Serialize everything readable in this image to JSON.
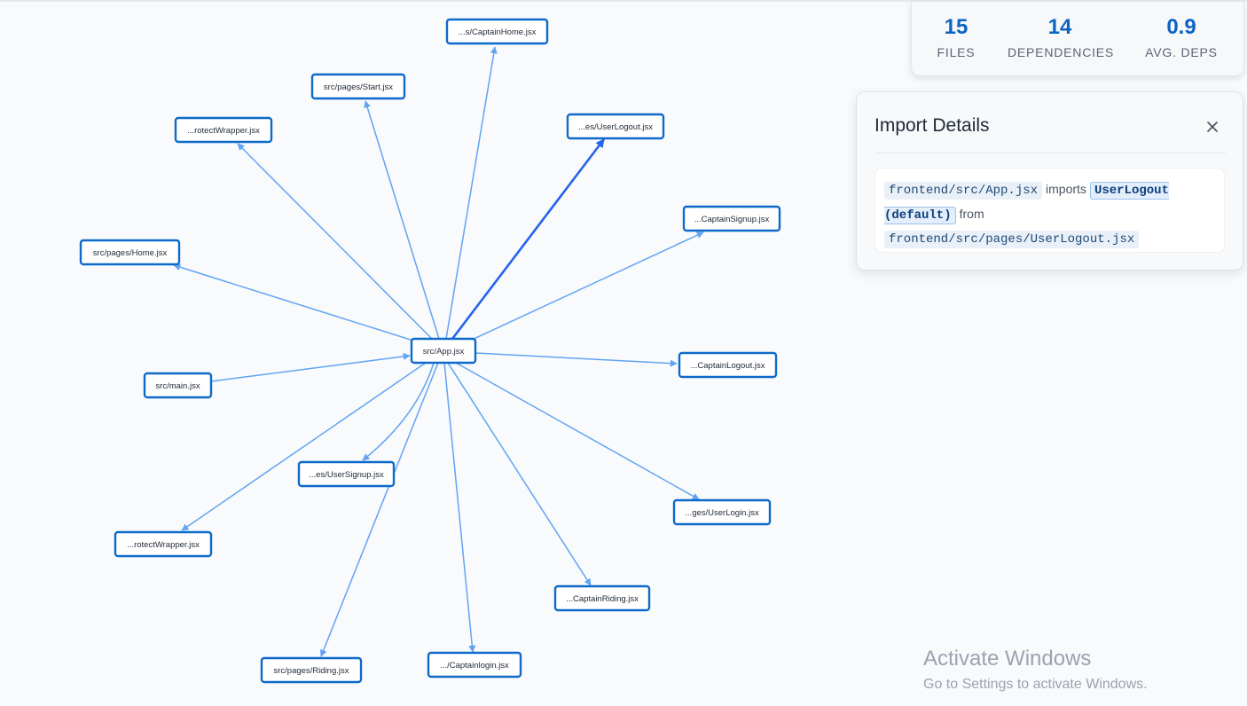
{
  "graph": {
    "center": {
      "id": "app",
      "label": "src/App.jsx"
    },
    "nodes": [
      {
        "id": "app",
        "label": "src/App.jsx"
      },
      {
        "id": "captainhome",
        "label": "...s/CaptainHome.jsx"
      },
      {
        "id": "start",
        "label": "src/pages/Start.jsx"
      },
      {
        "id": "userlogout",
        "label": "...es/UserLogout.jsx"
      },
      {
        "id": "protect1",
        "label": "...rotectWrapper.jsx"
      },
      {
        "id": "captainsignup",
        "label": "...CaptainSignup.jsx"
      },
      {
        "id": "home",
        "label": "src/pages/Home.jsx"
      },
      {
        "id": "main",
        "label": "src/main.jsx"
      },
      {
        "id": "captainlogout",
        "label": "...CaptainLogout.jsx"
      },
      {
        "id": "usersignup",
        "label": "...es/UserSignup.jsx"
      },
      {
        "id": "userlogin",
        "label": "...ges/UserLogin.jsx"
      },
      {
        "id": "protect2",
        "label": "...rotectWrapper.jsx"
      },
      {
        "id": "captainriding",
        "label": "...CaptainRiding.jsx"
      },
      {
        "id": "riding",
        "label": "src/pages/Riding.jsx"
      },
      {
        "id": "captainlogin",
        "label": ".../Captainlogin.jsx"
      }
    ],
    "edges": [
      {
        "from": "app",
        "to": "captainhome"
      },
      {
        "from": "app",
        "to": "start"
      },
      {
        "from": "app",
        "to": "userlogout",
        "active": true
      },
      {
        "from": "app",
        "to": "protect1"
      },
      {
        "from": "app",
        "to": "captainsignup"
      },
      {
        "from": "app",
        "to": "home"
      },
      {
        "from": "main",
        "to": "app"
      },
      {
        "from": "app",
        "to": "captainlogout"
      },
      {
        "from": "app",
        "to": "usersignup",
        "curved": true
      },
      {
        "from": "app",
        "to": "userlogin"
      },
      {
        "from": "app",
        "to": "protect2"
      },
      {
        "from": "app",
        "to": "captainriding"
      },
      {
        "from": "app",
        "to": "riding"
      },
      {
        "from": "app",
        "to": "captainlogin"
      }
    ],
    "colors": {
      "node_border": "#0d6ac9",
      "edge": "#62a4f2",
      "edge_active": "#2563eb"
    }
  },
  "stats": {
    "files_value": "15",
    "files_label": "FILES",
    "deps_value": "14",
    "deps_label": "DEPENDENCIES",
    "avg_value": "0.9",
    "avg_label": "AVG. DEPS"
  },
  "details": {
    "title": "Import Details",
    "close_icon": "close-icon",
    "source_file": "frontend/src/App.jsx",
    "imports_word": "imports",
    "imported_name": "UserLogout",
    "imported_kind": "(default)",
    "from_word": "from",
    "target_file": "frontend/src/pages/UserLogout.jsx"
  },
  "watermark": {
    "title": "Activate Windows",
    "subtitle": "Go to Settings to activate Windows."
  }
}
